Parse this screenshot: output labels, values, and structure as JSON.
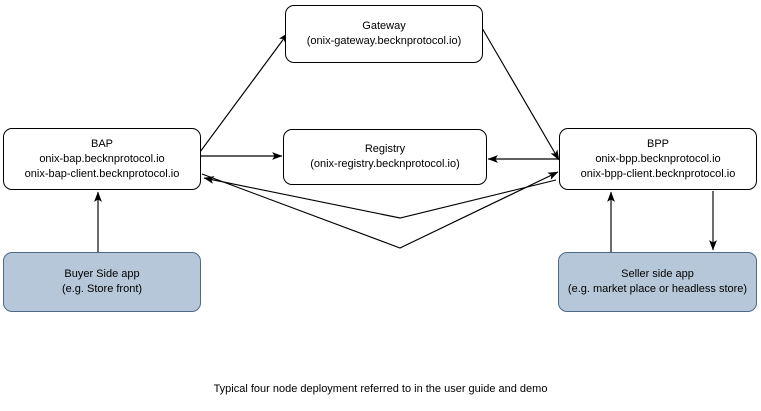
{
  "diagram": {
    "title_caption": "Typical four node deployment referred to in the user guide and demo",
    "colors": {
      "node_fill": "#ffffff",
      "app_node_fill": "#b6c7d9",
      "stroke": "#000000",
      "app_node_stroke": "#4f6a86",
      "background": "#ffffff"
    },
    "nodes": {
      "gateway": {
        "line1": "Gateway",
        "line2": "(onix-gateway.becknprotocol.io)"
      },
      "bap": {
        "line1": "BAP",
        "line2": "onix-bap.becknprotocol.io",
        "line3": "onix-bap-client.becknprotocol.io"
      },
      "registry": {
        "line1": "Registry",
        "line2": "(onix-registry.becknprotocol.io)"
      },
      "bpp": {
        "line1": "BPP",
        "line2": "onix-bpp.becknprotocol.io",
        "line3": "onix-bpp-client.becknprotocol.io"
      },
      "buyer_app": {
        "line1": "Buyer Side app",
        "line2": "(e.g. Store front)"
      },
      "seller_app": {
        "line1": "Seller side app",
        "line2": "(e.g. market place or headless store)"
      }
    },
    "edges": [
      {
        "name": "bap-to-gateway",
        "from": "bap",
        "to": "gateway",
        "arrow": "single"
      },
      {
        "name": "gateway-to-bpp",
        "from": "gateway",
        "to": "bpp",
        "arrow": "single"
      },
      {
        "name": "bap-to-registry",
        "from": "bap",
        "to": "registry",
        "arrow": "single"
      },
      {
        "name": "bpp-to-registry",
        "from": "bpp",
        "to": "registry",
        "arrow": "single"
      },
      {
        "name": "bap-to-bpp",
        "from": "bap",
        "to": "bpp",
        "arrow": "single"
      },
      {
        "name": "bpp-to-bap",
        "from": "bpp",
        "to": "bap",
        "arrow": "single"
      },
      {
        "name": "buyer-app-to-bap",
        "from": "buyer_app",
        "to": "bap",
        "arrow": "single"
      },
      {
        "name": "seller-app-to-bpp",
        "from": "seller_app",
        "to": "bpp",
        "arrow": "single"
      },
      {
        "name": "bpp-to-seller-app",
        "from": "bpp",
        "to": "seller_app",
        "arrow": "single"
      }
    ]
  }
}
